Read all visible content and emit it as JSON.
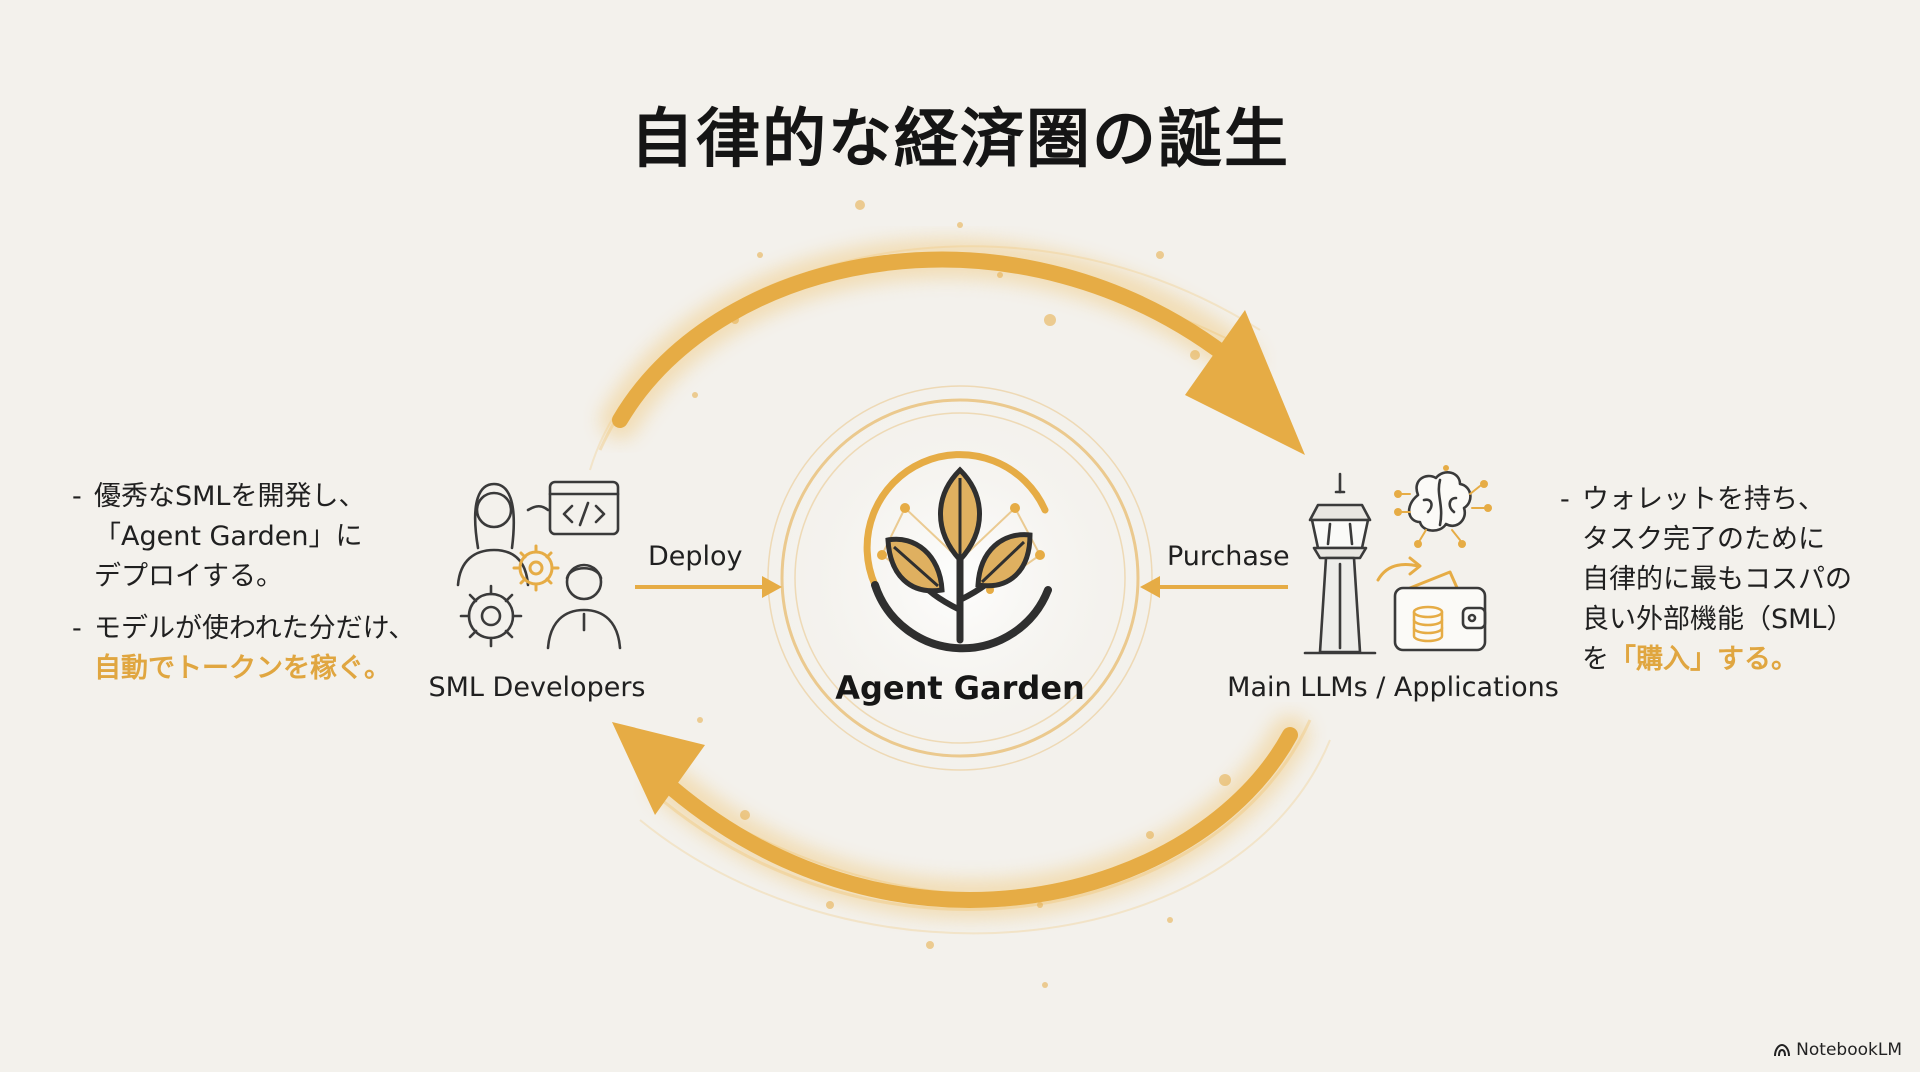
{
  "title": "自律的な経済圏の誕生",
  "left_bullets": [
    {
      "lines": [
        "優秀なSMLを開発し、",
        "「Agent Garden」に",
        "デプロイする。"
      ],
      "accent": ""
    },
    {
      "lines": [
        "モデルが使われた分だけ、"
      ],
      "accent": "自動でトークンを稼ぐ。"
    }
  ],
  "right_bullets": [
    {
      "lines": [
        "ウォレットを持ち、",
        "タスク完了のために",
        "自律的に最もコスパの",
        "良い外部機能（SML）"
      ],
      "pre": "を",
      "accent": "「購入」する。"
    }
  ],
  "nodes": {
    "developers": {
      "label": "SML Developers",
      "icon": "developers-people-gear-code-icon"
    },
    "center": {
      "label": "Agent Garden",
      "icon": "leaf-sprout-icon"
    },
    "applications": {
      "label": "Main LLMs / Applications",
      "icon": "control-tower-brain-wallet-icon"
    }
  },
  "edges": {
    "deploy": {
      "label": "Deploy"
    },
    "purchase": {
      "label": "Purchase"
    }
  },
  "brand": {
    "name": "NotebookLM",
    "icon": "notebooklm-icon"
  },
  "colors": {
    "background": "#f3f1ec",
    "accent": "#e0a640",
    "line": "#3a3a3a",
    "text": "#1c1c1c"
  }
}
